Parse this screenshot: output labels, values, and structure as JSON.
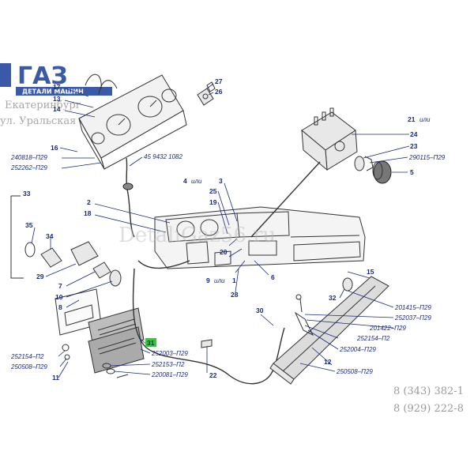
{
  "brand": {
    "logo_text": "ГАЗ",
    "logo_sub": "ДЕТАЛИ МАШИН",
    "city_line_1": "Екатеринбург",
    "city_line_2": "ул. Уральская",
    "watermark": "DetaliGaz56.ru",
    "phone_1": "8 (343) 382-1",
    "phone_2": "8 (929) 222-8",
    "colors": {
      "logo": "#3a5aa8",
      "labels": "#1a2a7a",
      "highlight": "#3fc23f"
    }
  },
  "labels": {
    "n2": "2",
    "n3": "3",
    "n4": "4",
    "ili": "или",
    "n5": "5",
    "n6": "6",
    "n7": "7",
    "n8": "8",
    "n9": "9",
    "n10": "10",
    "n11": "11",
    "n12": "12",
    "n13": "13",
    "n14": "14",
    "n15": "15",
    "n16": "16",
    "n17": "17",
    "n18": "18",
    "n19": "19",
    "n20": "20",
    "n21": "21",
    "n22": "22",
    "n23": "23",
    "n24": "24",
    "n25": "25",
    "n26": "26",
    "n27": "27",
    "n28": "28",
    "n29": "29",
    "n30": "30",
    "n31": "31",
    "n32": "32",
    "n33": "33",
    "n34": "34",
    "n35": "35",
    "n1": "1",
    "p240818": "240818–П29",
    "p252262": "252262–П29",
    "p459432": "45 9432 1082",
    "p290115": "290115–П29",
    "p252154a": "252154–П2",
    "p250508a": "250508–П29",
    "p252003": "252003–П29",
    "p252153": "252153–П2",
    "p220081": "220081–П29",
    "p201415": "201415–П29",
    "p252037": "252037–П29",
    "p201422": "201422–П29",
    "p252154b": "252154–П2",
    "p252004": "252004–П29",
    "p250508b": "250508–П29"
  }
}
